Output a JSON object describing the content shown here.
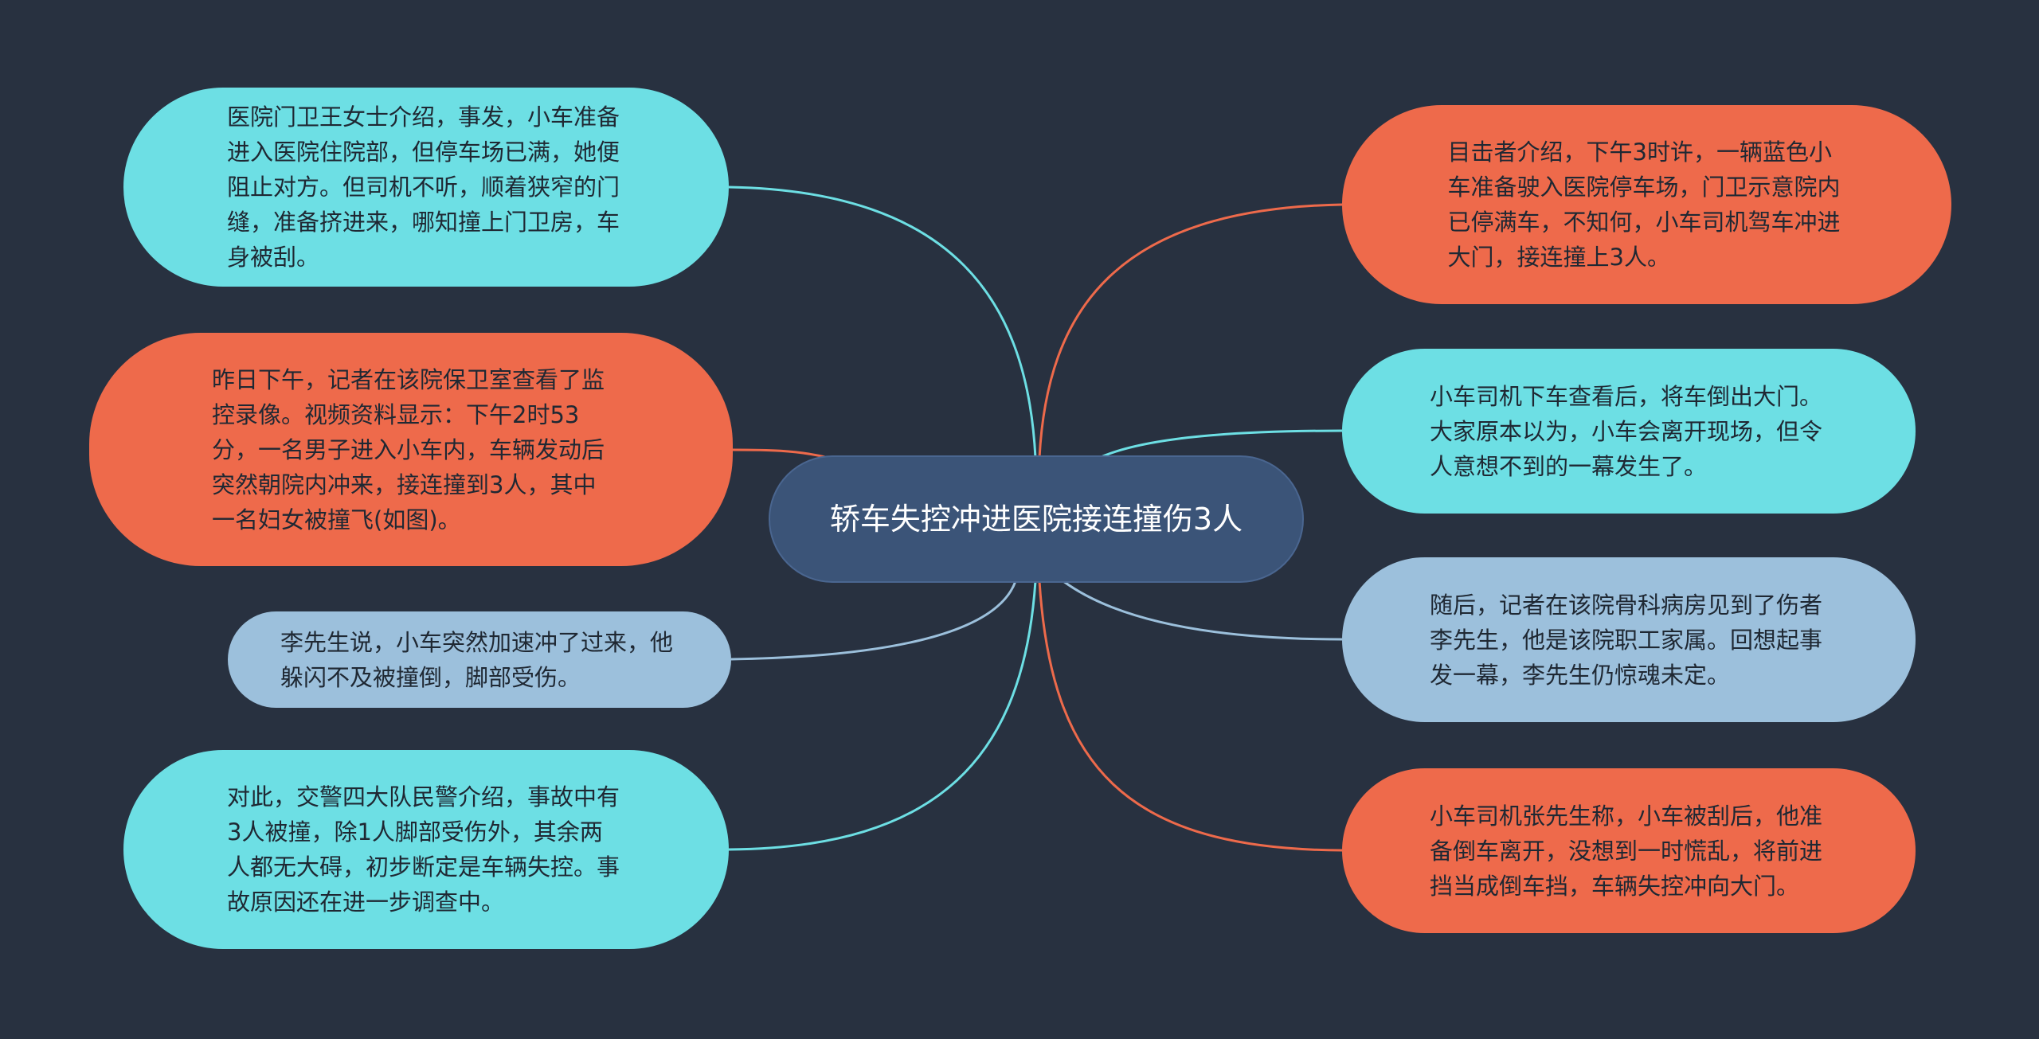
{
  "root": {
    "label": "轿车失控冲进医院接连撞伤3人"
  },
  "branches": [
    {
      "id": "n1",
      "side": "left",
      "color": "#6ddfe4",
      "text": "医院门卫王女士介绍，事发，小车准备进入医院住院部，但停车场已满，她便阻止对方。但司机不听，顺着狭窄的门缝，准备挤进来，哪知撞上门卫房，车身被刮。"
    },
    {
      "id": "n2",
      "side": "left",
      "color": "#ee6a4b",
      "text": "昨日下午，记者在该院保卫室查看了监控录像。视频资料显示：下午2时53分，一名男子进入小车内，车辆发动后突然朝院内冲来，接连撞到3人，其中一名妇女被撞飞(如图)。"
    },
    {
      "id": "n3",
      "side": "left",
      "color": "#9cc0dc",
      "text": "李先生说，小车突然加速冲了过来，他躲闪不及被撞倒，脚部受伤。"
    },
    {
      "id": "n4",
      "side": "left",
      "color": "#6ddfe4",
      "text": "对此，交警四大队民警介绍，事故中有3人被撞，除1人脚部受伤外，其余两人都无大碍，初步断定是车辆失控。事故原因还在进一步调查中。"
    },
    {
      "id": "n5",
      "side": "right",
      "color": "#ee6a4b",
      "text": "目击者介绍，下午3时许，一辆蓝色小车准备驶入医院停车场，门卫示意院内已停满车，不知何，小车司机驾车冲进大门，接连撞上3人。"
    },
    {
      "id": "n6",
      "side": "right",
      "color": "#6ddfe4",
      "text": "小车司机下车查看后，将车倒出大门。大家原本以为，小车会离开现场，但令人意想不到的一幕发生了。"
    },
    {
      "id": "n7",
      "side": "right",
      "color": "#9cc0dc",
      "text": "随后，记者在该院骨科病房见到了伤者李先生，他是该院职工家属。回想起事发一幕，李先生仍惊魂未定。"
    },
    {
      "id": "n8",
      "side": "right",
      "color": "#ee6a4b",
      "text": "小车司机张先生称，小车被刮后，他准备倒车离开，没想到一时慌乱，将前进挡当成倒车挡，车辆失控冲向大门。"
    }
  ],
  "colors": {
    "background": "#283140",
    "root": "#3b5478",
    "cyan": "#6ddfe4",
    "orange": "#ee6a4b",
    "blue": "#9cc0dc"
  }
}
